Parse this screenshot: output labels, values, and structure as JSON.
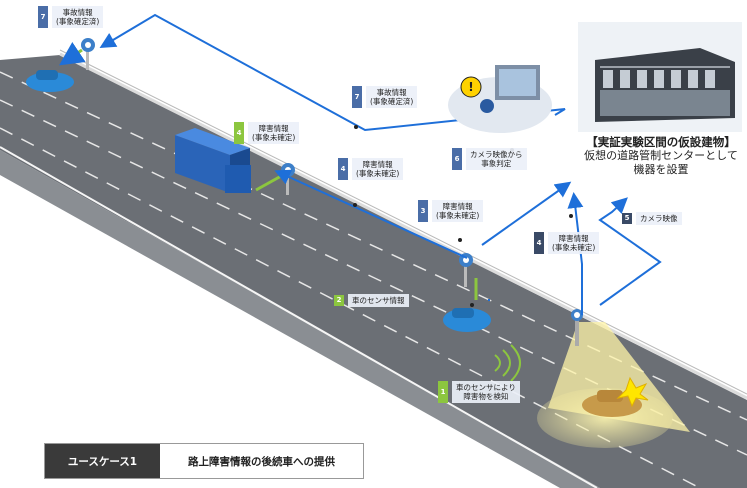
{
  "caption": {
    "title": "【実証実験区間の仮設建物】",
    "line1": "仮想の道路管制センターとして",
    "line2": "機器を設置"
  },
  "labels": {
    "l1": {
      "num": "1",
      "line1": "車のセンサにより",
      "line2": "障害物を検知"
    },
    "l2": {
      "num": "2",
      "text": "車のセンサ情報"
    },
    "l3": {
      "num": "3",
      "line1": "障害情報",
      "line2": "(事象未確定)"
    },
    "l4a": {
      "num": "4",
      "line1": "障害情報",
      "line2": "(事象未確定)"
    },
    "l4b": {
      "num": "4",
      "line1": "障害情報",
      "line2": "(事象未確定)"
    },
    "l4c": {
      "num": "4",
      "line1": "障害情報",
      "line2": "(事象未確定)"
    },
    "l5": {
      "num": "5",
      "text": "カメラ映像"
    },
    "l6": {
      "num": "6",
      "line1": "カメラ映像から",
      "line2": "事象判定"
    },
    "l7a": {
      "num": "7",
      "line1": "事故情報",
      "line2": "(事象確定済)"
    },
    "l7b": {
      "num": "7",
      "line1": "事故情報",
      "line2": "(事象確定済)"
    }
  },
  "usecase": {
    "label": "ユースケース1",
    "title": "路上障害情報の後続車への提供"
  },
  "colors": {
    "arrow": "#1e6fd9",
    "road": "#6b6f75",
    "green": "#8cc63f",
    "blue_badge": "#4a6da7"
  }
}
